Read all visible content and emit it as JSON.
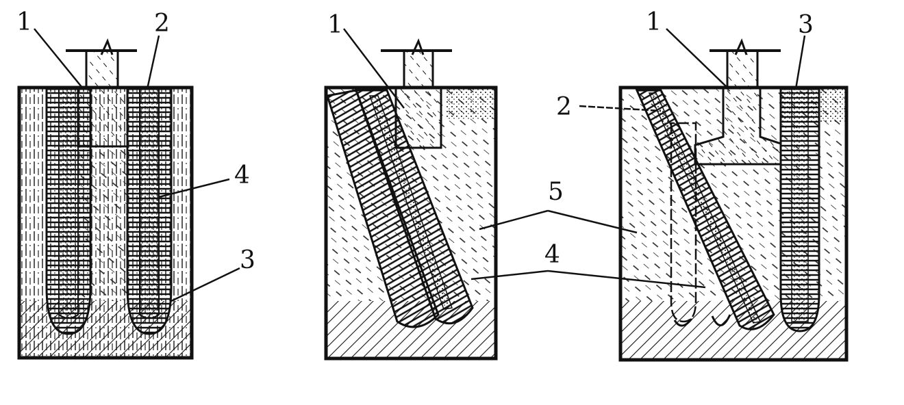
{
  "figure": {
    "panels": [
      {
        "id": "left",
        "labels": [
          {
            "key": "l1",
            "text": "1"
          },
          {
            "key": "l2",
            "text": "2"
          },
          {
            "key": "l4",
            "text": "4"
          },
          {
            "key": "l3",
            "text": "3"
          }
        ]
      },
      {
        "id": "middle",
        "labels": [
          {
            "key": "m1",
            "text": "1"
          }
        ]
      },
      {
        "id": "right",
        "labels": [
          {
            "key": "r1",
            "text": "1"
          },
          {
            "key": "r3",
            "text": "3"
          },
          {
            "key": "r2",
            "text": "2"
          }
        ]
      }
    ],
    "shared_labels": [
      {
        "key": "s5",
        "text": "5"
      },
      {
        "key": "s4",
        "text": "4"
      }
    ]
  }
}
